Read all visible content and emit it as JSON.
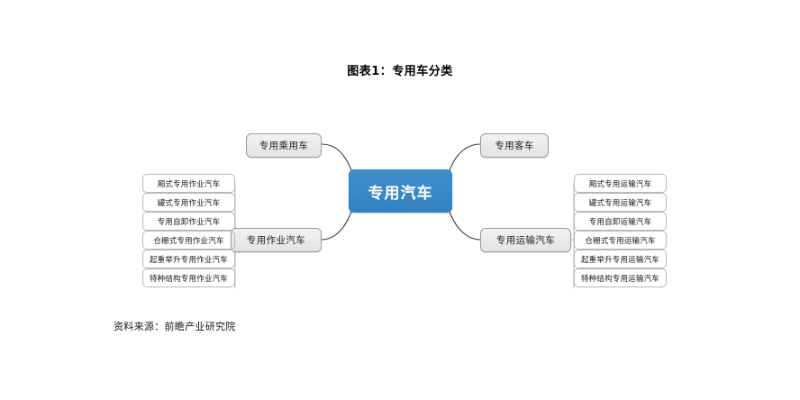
{
  "title": "图表1：专用车分类",
  "source": "资料来源：前瞻产业研究院",
  "colors": {
    "center_fill": "#3789c8",
    "center_text": "#ffffff",
    "branch_fill": "#e8e8e8",
    "branch_border": "#9a9a9a",
    "leaf_border": "#b8b8b8",
    "connector": "#3a3a3a",
    "background": "#ffffff"
  },
  "diagram": {
    "type": "mind-map",
    "center": {
      "label": "专用汽车"
    },
    "branches": [
      {
        "id": "branch-top-left",
        "label": "专用乘用车",
        "position": "top-left",
        "leaves": []
      },
      {
        "id": "branch-top-right",
        "label": "专用客车",
        "position": "top-right",
        "leaves": []
      },
      {
        "id": "branch-bottom-left",
        "label": "专用作业汽车",
        "position": "bottom-left",
        "leaves": [
          "厢式专用作业汽车",
          "罐式专用作业汽车",
          "专用自卸作业汽车",
          "仓栅式专用作业汽车",
          "起重举升专用作业汽车",
          "特种结构专用作业汽车"
        ]
      },
      {
        "id": "branch-bottom-right",
        "label": "专用运输汽车",
        "position": "bottom-right",
        "leaves": [
          "厢式专用运输汽车",
          "罐式专用运输汽车",
          "专用自卸运输汽车",
          "仓栅式专用运输汽车",
          "起重举升专用运输汽车",
          "特种结构专用运输汽车"
        ]
      }
    ]
  }
}
